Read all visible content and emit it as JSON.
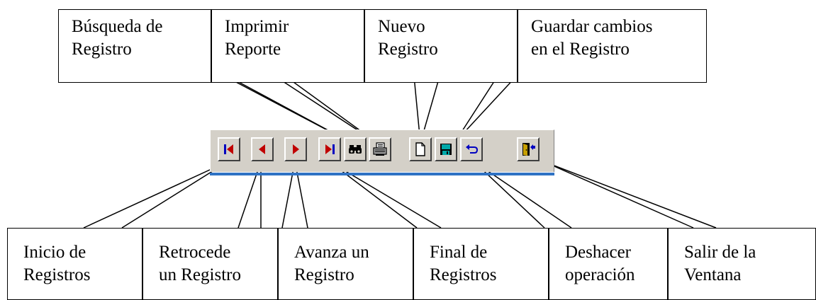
{
  "colors": {
    "nav_red": "#c00000",
    "nav_blue": "#0000c0",
    "save_teal": "#00a8a8",
    "accent_blue": "#2f72c4",
    "toolbar_face": "#d4d0c8"
  },
  "toolbar": {
    "buttons": [
      {
        "id": "first",
        "icon": "first-record-icon"
      },
      {
        "id": "prev",
        "icon": "previous-record-icon"
      },
      {
        "id": "next",
        "icon": "next-record-icon"
      },
      {
        "id": "last",
        "icon": "last-record-icon"
      },
      {
        "id": "search",
        "icon": "binoculars-icon"
      },
      {
        "id": "print",
        "icon": "printer-icon"
      },
      {
        "id": "new",
        "icon": "new-document-icon"
      },
      {
        "id": "save",
        "icon": "floppy-disk-icon"
      },
      {
        "id": "undo",
        "icon": "undo-icon"
      },
      {
        "id": "exit",
        "icon": "exit-door-icon"
      }
    ]
  },
  "callouts": {
    "top": [
      {
        "line1": "Búsqueda de",
        "line2": "Registro"
      },
      {
        "line1": "Imprimir",
        "line2": "Reporte"
      },
      {
        "line1": "Nuevo",
        "line2": "Registro"
      },
      {
        "line1": "Guardar cambios",
        "line2": "en el Registro"
      }
    ],
    "bottom": [
      {
        "line1": "Inicio de",
        "line2": "Registros"
      },
      {
        "line1": "Retrocede",
        "line2": "un Registro"
      },
      {
        "line1": "Avanza un",
        "line2": "Registro"
      },
      {
        "line1": "Final de",
        "line2": "Registros"
      },
      {
        "line1": "Deshacer",
        "line2": "operación"
      },
      {
        "line1": "Salir de la",
        "line2": "Ventana"
      }
    ]
  }
}
